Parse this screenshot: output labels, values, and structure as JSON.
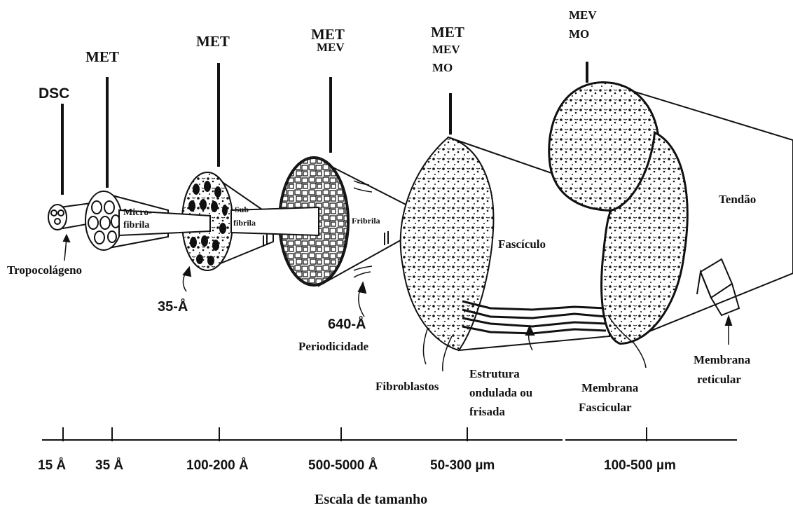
{
  "techniques": {
    "dsc": "DSC",
    "met1": "MET",
    "met2": "MET",
    "met_mev": [
      "MET",
      "MEV"
    ],
    "met_mev_mo": [
      "MET",
      "MEV",
      "MO"
    ],
    "mev_mo": [
      "MEV",
      "MO"
    ]
  },
  "structures": {
    "tropocolageno": "Tropocolágeno",
    "microfibrila": [
      "Micro-",
      "fibrila"
    ],
    "subfibrila": [
      "Sub",
      "fibrila"
    ],
    "fribrila": "Fribrila",
    "d35": "35-Å",
    "d640": "640-Å",
    "periodicidade": "Periodicidade",
    "fibroblastos": "Fibroblastos",
    "fasciculo": "Fascículo",
    "estrutura": [
      "Estrutura",
      "ondulada ou",
      "frisada"
    ],
    "membrana_fascicular": [
      "Membrana",
      "Fascicular"
    ],
    "tendao": "Tendão",
    "membrana_reticular": [
      "Membrana",
      "reticular"
    ]
  },
  "scale": {
    "ticks": [
      "15 Å",
      "35 Å",
      "100-200 Å",
      "500-5000 Å",
      "50-300 µm",
      "100-500 µm"
    ],
    "title": "Escala de tamanho"
  }
}
